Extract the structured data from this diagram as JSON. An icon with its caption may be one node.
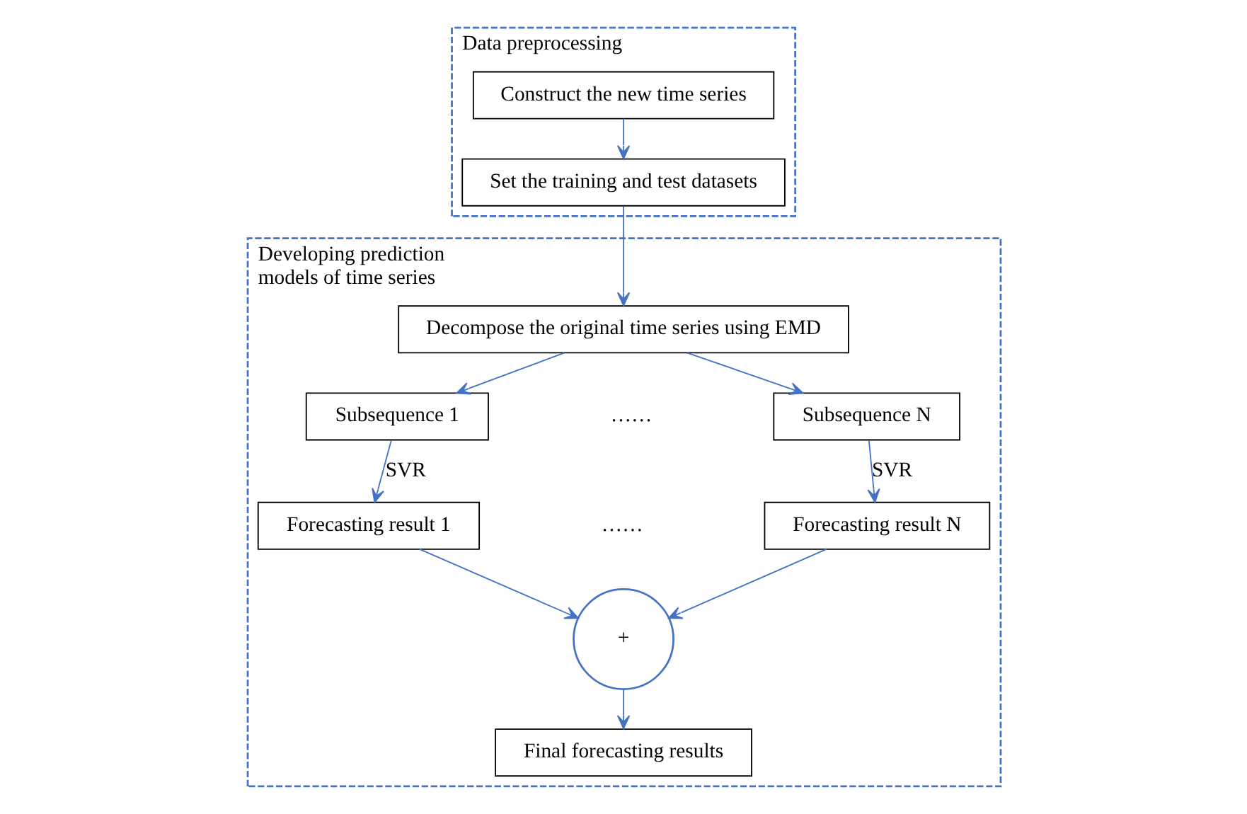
{
  "diagram": {
    "nodes": [
      {
        "text": [
          "Data preprocessing"
        ]
      },
      {
        "text": [
          "Construct the new time series"
        ],
        "in": 0
      },
      {
        "text": [
          "Set the training and test datasets"
        ],
        "in": 0
      },
      {
        "text": [
          "Developing prediction models of time series"
        ]
      },
      {
        "text": [
          "Decompose the original time series using EMD"
        ],
        "in": 3
      },
      {
        "text": [
          "Subsequence 1"
        ],
        "in": 3
      },
      {
        "text": [
          "Subsequence N"
        ],
        "in": 3
      },
      {
        "text": [
          "Forecasting result 1"
        ],
        "in": 3
      },
      {
        "text": [
          "Forecasting result N"
        ],
        "in": 3
      },
      {
        "text": [
          "+"
        ],
        "in": 3
      },
      {
        "text": [
          "Final forecasting results"
        ],
        "in": 3
      }
    ],
    "edges": [
      {
        "from": 1,
        "to": 2,
        "arrow": "to"
      },
      {
        "from": 2,
        "to": 4,
        "arrow": "to"
      },
      {
        "from": 4,
        "to": 5,
        "arrow": "to"
      },
      {
        "from": 4,
        "to": 6,
        "arrow": "to"
      },
      {
        "from": 5,
        "to": 7,
        "arrow": "to",
        "label": "SVR"
      },
      {
        "from": 6,
        "to": 8,
        "arrow": "to",
        "label": "SVR"
      },
      {
        "from": 7,
        "to": 9,
        "arrow": "to"
      },
      {
        "from": 8,
        "to": 9,
        "arrow": "to"
      },
      {
        "from": 9,
        "to": 10,
        "arrow": "to"
      }
    ],
    "labels": [
      "……",
      "……"
    ]
  }
}
